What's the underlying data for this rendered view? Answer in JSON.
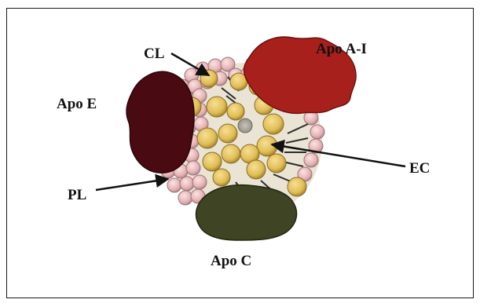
{
  "labels": {
    "cl": "CL",
    "apo_a1": "Apo A-I",
    "apo_e": "Apo E",
    "pl": "PL",
    "ec": "EC",
    "apo_c": "Apo C"
  },
  "colors": {
    "phospholipid_head": "#e8b8b8",
    "cholesterol": "#e3c25a",
    "apo_a1": "#a8201b",
    "apo_e": "#4a0a12",
    "apo_c": "#3f4424",
    "frame": "#1a1a1a"
  }
}
